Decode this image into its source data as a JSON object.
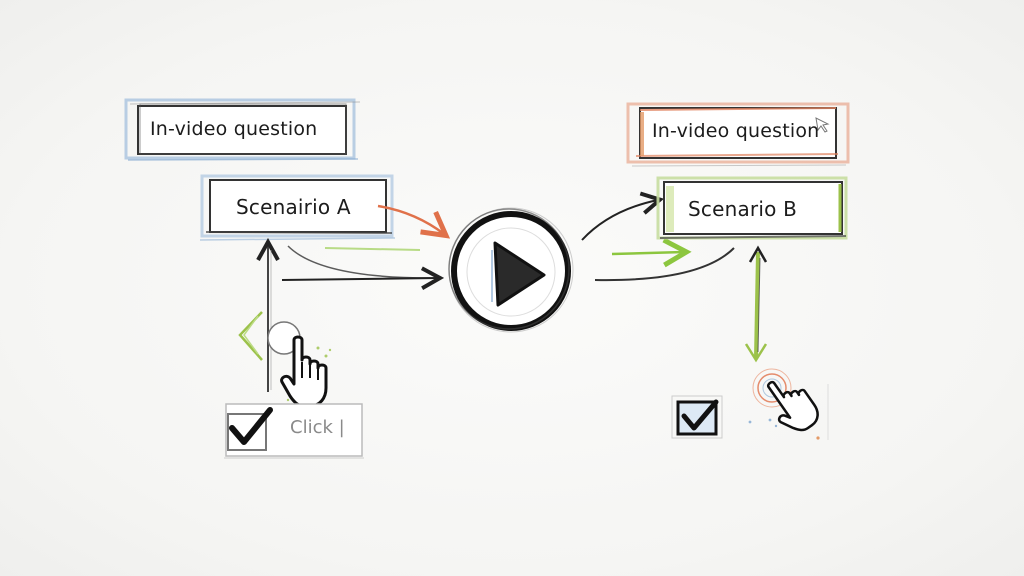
{
  "diagram": {
    "type": "hand-drawn flow sketch",
    "left_branch": {
      "question_box": {
        "label": "In-video question",
        "accent_color": "#7fa6cf"
      },
      "scenario_box": {
        "label": "Scenairio A",
        "accent_color": "#7fa6cf"
      },
      "click_box": {
        "label": "Click |"
      },
      "checkbox": {
        "checked": true
      },
      "pointer": "hand-pointer-icon"
    },
    "center": {
      "icon": "play-button-icon"
    },
    "right_branch": {
      "question_box": {
        "label": "In-video question",
        "accent_color": "#e0825e"
      },
      "scenario_box": {
        "label": "Scenario B",
        "accent_color": "#9cc24a"
      },
      "checkbox": {
        "checked": true
      },
      "pointer": "hand-pointer-icon"
    },
    "colors": {
      "ink": "#1c1c1c",
      "orange": "#e0714a",
      "green": "#8cc63f",
      "blue": "#7fa6cf"
    }
  }
}
